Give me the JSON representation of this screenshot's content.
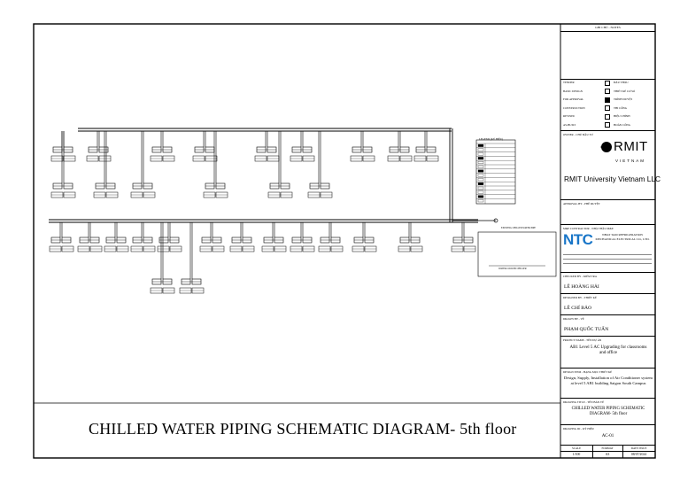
{
  "title_block": {
    "header": "GHI CHÚ - NOTES",
    "status_items": [
      {
        "en": "TENDER",
        "vi": "ĐẤU THẦU",
        "checked": false
      },
      {
        "en": "BASIC DESIGN",
        "vi": "THIẾT KẾ CƠ SỞ",
        "checked": false
      },
      {
        "en": "FOR APPROVAL",
        "vi": "TRÌNH DUYỆT",
        "checked": true
      },
      {
        "en": "CONSTRUCTION",
        "vi": "THI CÔNG",
        "checked": false
      },
      {
        "en": "REVISED",
        "vi": "HIỆU CHỈNH",
        "checked": false
      },
      {
        "en": "AS-BUILT",
        "vi": "HOÀN CÔNG",
        "checked": false
      }
    ],
    "owner_label": "OWNER - CHỦ ĐẦU TƯ",
    "owner_logo": "RMIT",
    "owner_logo_sub": "VIETNAM",
    "owner_name": "RMIT University Vietnam LLC",
    "approval_label": "APPROVAL BY - PHÊ DUYỆT",
    "contractor_label": "M&E CONTRACTOR - NHÀ THẦU M&E",
    "contractor_logo": "NTC",
    "contractor_name": "NHAT TAM REFRIGERATION MECHANICAL ELECTRICAL CO., LTD.",
    "checked_by_label": "CHECKED BY - KIỂM TRA",
    "checked_by": "LÊ HOÀNG HẢI",
    "designed_by_label": "DESIGNED BY - THIẾT KẾ",
    "designed_by": "LÊ CHÍ BẢO",
    "drawn_by_label": "DRAWN BY - VẼ",
    "drawn_by": "PHẠM QUỐC TUẤN",
    "project_label": "PROJECT NAME - TÊN DỰ ÁN",
    "project_name": "AB1 Level 5 AC Upgrading for classrooms and office",
    "design_item_label": "DESIGN ITEM - HẠNG MỤC THIẾT KẾ",
    "design_item": "Design, Supply, Installation of Air Conditioner system at level 5 AB1 building Saigon South Campus",
    "drawing_title_label": "DRAWING TITLE - TÊN BẢN VẼ",
    "drawing_title": "CHILLED WATER PIPING SCHEMATIC DIAGRAM- 5th floor",
    "drawing_no_label": "DRAWING ID - KÝ HIỆU",
    "drawing_no": "AC-01",
    "scale_label": "SCALE",
    "scale": "1/100",
    "format_label": "FORMAT",
    "format": "A3",
    "date_label": "DATE ISSUE",
    "date": "08/07/2024"
  },
  "legend": {
    "title": "LEGEND (KÝ HIỆU)"
  },
  "notes": {
    "equipment": "WATER-COOLED CHILLER",
    "riser": "EXISTING CHILLED WATER PIPE"
  },
  "caption": "CHILLED WATER PIPING SCHEMATIC DIAGRAM- 5th floor"
}
